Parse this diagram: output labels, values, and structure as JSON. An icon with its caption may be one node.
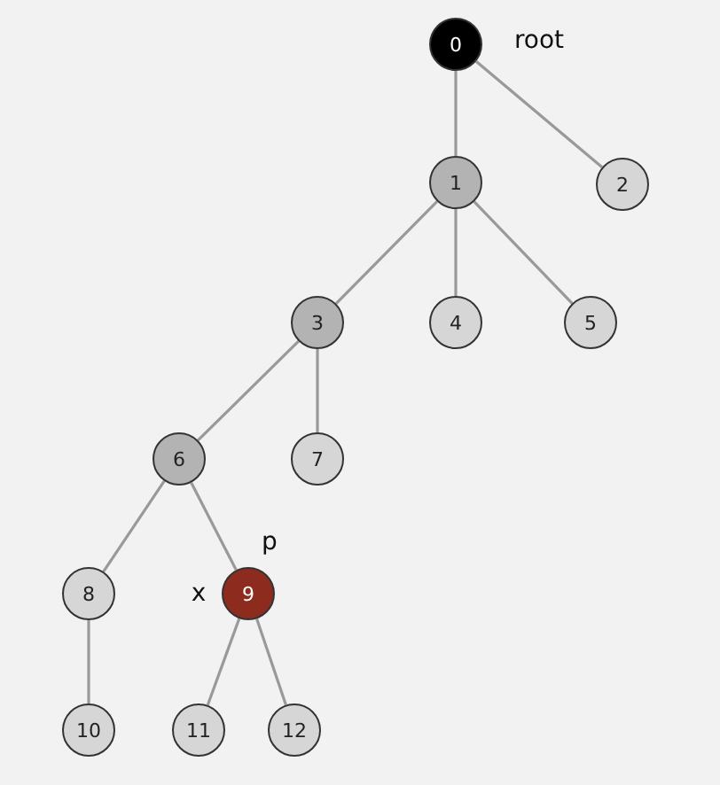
{
  "diagram": {
    "nodes": [
      {
        "text": [
          "0"
        ],
        "beside": [
          "root"
        ]
      },
      {
        "text": [
          "1"
        ]
      },
      {
        "text": [
          "2"
        ]
      },
      {
        "text": [
          "3"
        ]
      },
      {
        "text": [
          "4"
        ]
      },
      {
        "text": [
          "5"
        ]
      },
      {
        "text": [
          "6"
        ]
      },
      {
        "text": [
          "7"
        ]
      },
      {
        "text": [
          "8"
        ]
      },
      {
        "text": [
          "9"
        ],
        "beside": [
          "p",
          "x"
        ]
      },
      {
        "text": [
          "10"
        ]
      },
      {
        "text": [
          "11"
        ]
      },
      {
        "text": [
          "12"
        ]
      }
    ],
    "edges": [
      {
        "from": 0,
        "to": 1,
        "arrow": "none"
      },
      {
        "from": 0,
        "to": 2,
        "arrow": "none"
      },
      {
        "from": 1,
        "to": 3,
        "arrow": "none"
      },
      {
        "from": 1,
        "to": 4,
        "arrow": "none"
      },
      {
        "from": 1,
        "to": 5,
        "arrow": "none"
      },
      {
        "from": 3,
        "to": 6,
        "arrow": "none"
      },
      {
        "from": 3,
        "to": 7,
        "arrow": "none"
      },
      {
        "from": 6,
        "to": 8,
        "arrow": "none"
      },
      {
        "from": 6,
        "to": 9,
        "arrow": "none"
      },
      {
        "from": 8,
        "to": 10,
        "arrow": "none"
      },
      {
        "from": 9,
        "to": 11,
        "arrow": "none"
      },
      {
        "from": 9,
        "to": 12,
        "arrow": "none"
      }
    ]
  }
}
